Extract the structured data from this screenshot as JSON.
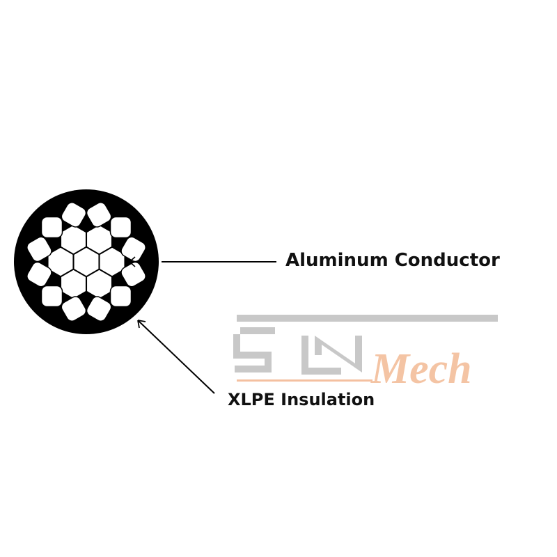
{
  "labels": {
    "conductor": "Aluminum Conductor",
    "insulation": "XLPE Insulation"
  },
  "watermark": {
    "text": "SUNMech",
    "colors": {
      "gray": "#c4c4c4",
      "orange": "#f4c4a4"
    }
  },
  "colors": {
    "insulation": "#000000",
    "strand": "#ffffff"
  }
}
